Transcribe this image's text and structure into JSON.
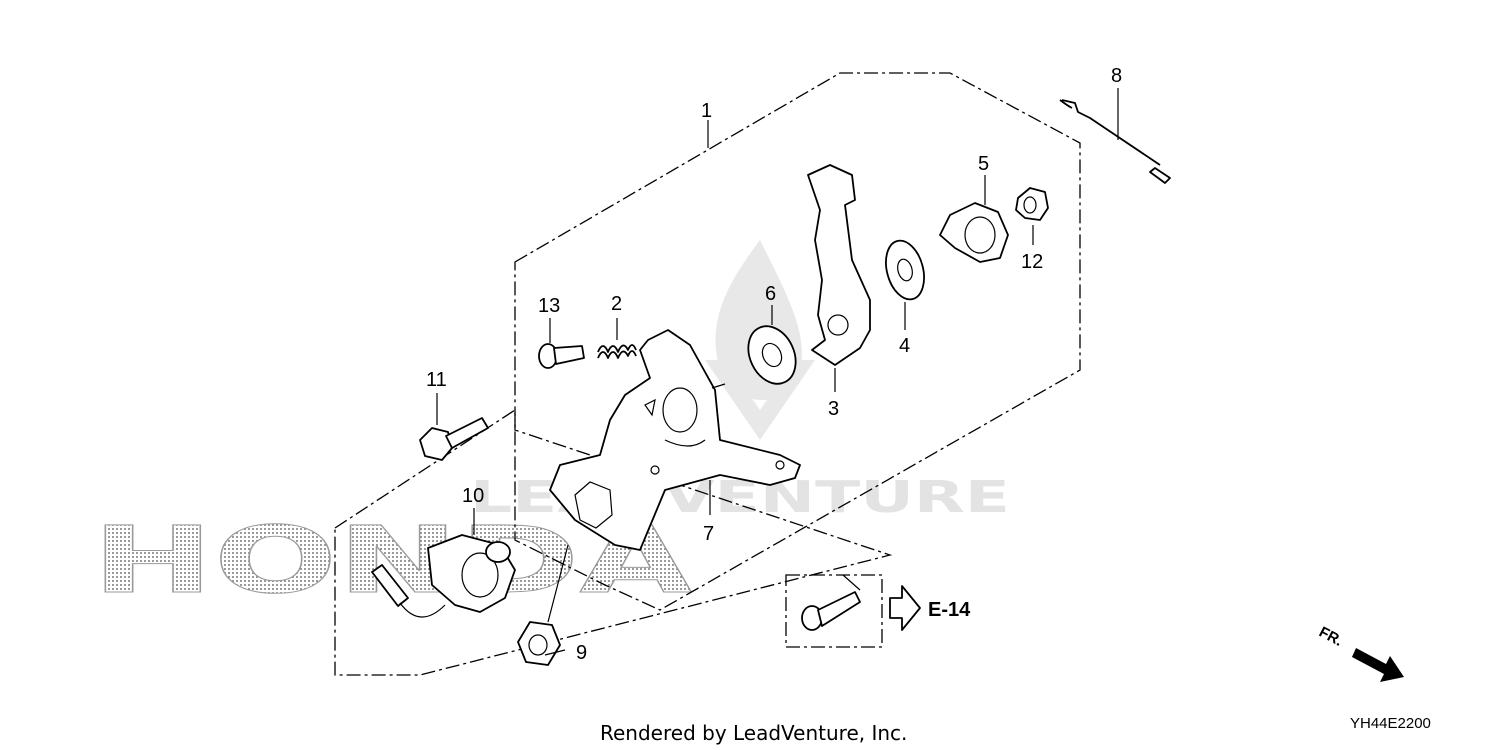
{
  "diagram": {
    "callouts": [
      {
        "id": "1",
        "label": "1"
      },
      {
        "id": "2",
        "label": "2"
      },
      {
        "id": "3",
        "label": "3"
      },
      {
        "id": "4",
        "label": "4"
      },
      {
        "id": "5",
        "label": "5"
      },
      {
        "id": "6",
        "label": "6"
      },
      {
        "id": "7",
        "label": "7"
      },
      {
        "id": "8",
        "label": "8"
      },
      {
        "id": "9",
        "label": "9"
      },
      {
        "id": "10",
        "label": "10"
      },
      {
        "id": "11",
        "label": "11"
      },
      {
        "id": "12",
        "label": "12"
      },
      {
        "id": "13",
        "label": "13"
      }
    ],
    "reference": {
      "label": "E-14"
    },
    "direction": {
      "label": "FR."
    },
    "drawing_code": "YH44E2200",
    "footer": "Rendered by LeadVenture, Inc.",
    "watermarks": {
      "brand": "HONDA",
      "vendor": "LEADVENTURE"
    },
    "colors": {
      "line": "#000000",
      "watermark": "#d9d9d9",
      "background": "#ffffff"
    }
  }
}
